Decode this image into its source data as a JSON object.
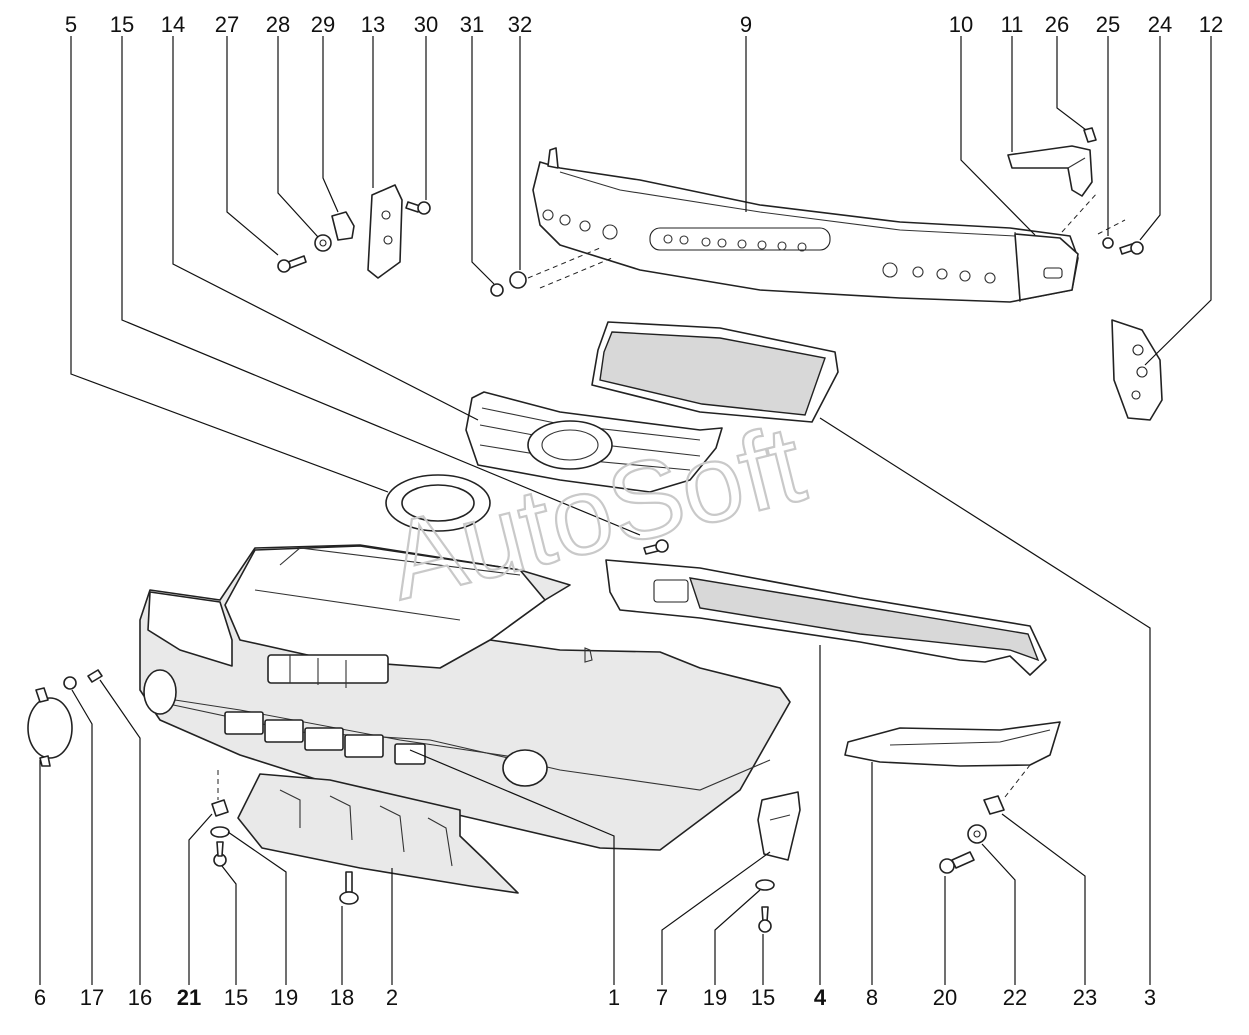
{
  "watermark": "AutoSoft",
  "callouts_top": [
    "5",
    "15",
    "14",
    "27",
    "28",
    "29",
    "13",
    "30",
    "31",
    "32",
    "9",
    "10",
    "11",
    "26",
    "25",
    "24",
    "12"
  ],
  "callouts_bottom": [
    "6",
    "17",
    "16",
    "21",
    "15",
    "19",
    "18",
    "2",
    "1",
    "7",
    "19",
    "15",
    "4",
    "8",
    "20",
    "22",
    "23",
    "3"
  ]
}
